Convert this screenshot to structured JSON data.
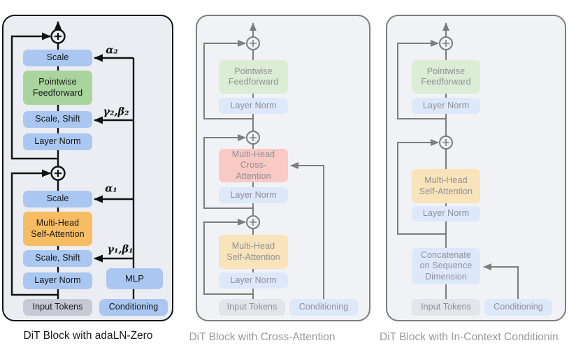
{
  "figure": {
    "panel_adaln": {
      "caption": "DiT Block with adaLN-Zero",
      "boxes": {
        "scale_top": "Scale",
        "pointwise_feedforward": "Pointwise Feedforward",
        "scale_shift_top": "Scale, Shift",
        "layer_norm_top": "Layer Norm",
        "scale_bottom": "Scale",
        "multi_head_self_attention": "Multi-Head Self-Attention",
        "scale_shift_bottom": "Scale, Shift",
        "layer_norm_bottom": "Layer Norm",
        "mlp": "MLP",
        "input_tokens": "Input Tokens",
        "conditioning": "Conditioning"
      },
      "labels": {
        "alpha2": "α₂",
        "gamma2_beta2": "γ₂,β₂",
        "alpha1": "α₁",
        "gamma1_beta1": "γ₁,β₁"
      }
    },
    "panel_cross_attention": {
      "caption": "DiT Block with Cross-Attention",
      "boxes": {
        "pointwise_feedforward": "Pointwise Feedforward",
        "layer_norm_top": "Layer Norm",
        "multi_head_cross_attention": "Multi-Head Cross-Attention",
        "layer_norm_mid": "Layer Norm",
        "multi_head_self_attention": "Multi-Head Self-Attention",
        "layer_norm_bottom": "Layer Norm",
        "input_tokens": "Input Tokens",
        "conditioning": "Conditioning"
      }
    },
    "panel_in_context": {
      "caption": "DiT Block with In-Context Conditionin",
      "boxes": {
        "pointwise_feedforward": "Pointwise Feedforward",
        "layer_norm_top": "Layer Norm",
        "multi_head_self_attention": "Multi-Head Self-Attention",
        "layer_norm_bottom": "Layer Norm",
        "concatenate": "Concatenate on Sequence Dimension",
        "input_tokens": "Input Tokens",
        "conditioning": "Conditioning"
      }
    },
    "colors": {
      "blue": "#a9c7f0",
      "green": "#a9d49e",
      "orange": "#f7bd62",
      "gray_box": "#c7cad4",
      "muted_blue": "#dee8fb",
      "muted_green": "#dcedd6",
      "muted_pink": "#f9c9c5",
      "muted_orange": "#f9e3ba",
      "muted_gray": "#e4e5eb",
      "line_dark": "#111111",
      "line_gray": "#7d7d7d"
    }
  }
}
